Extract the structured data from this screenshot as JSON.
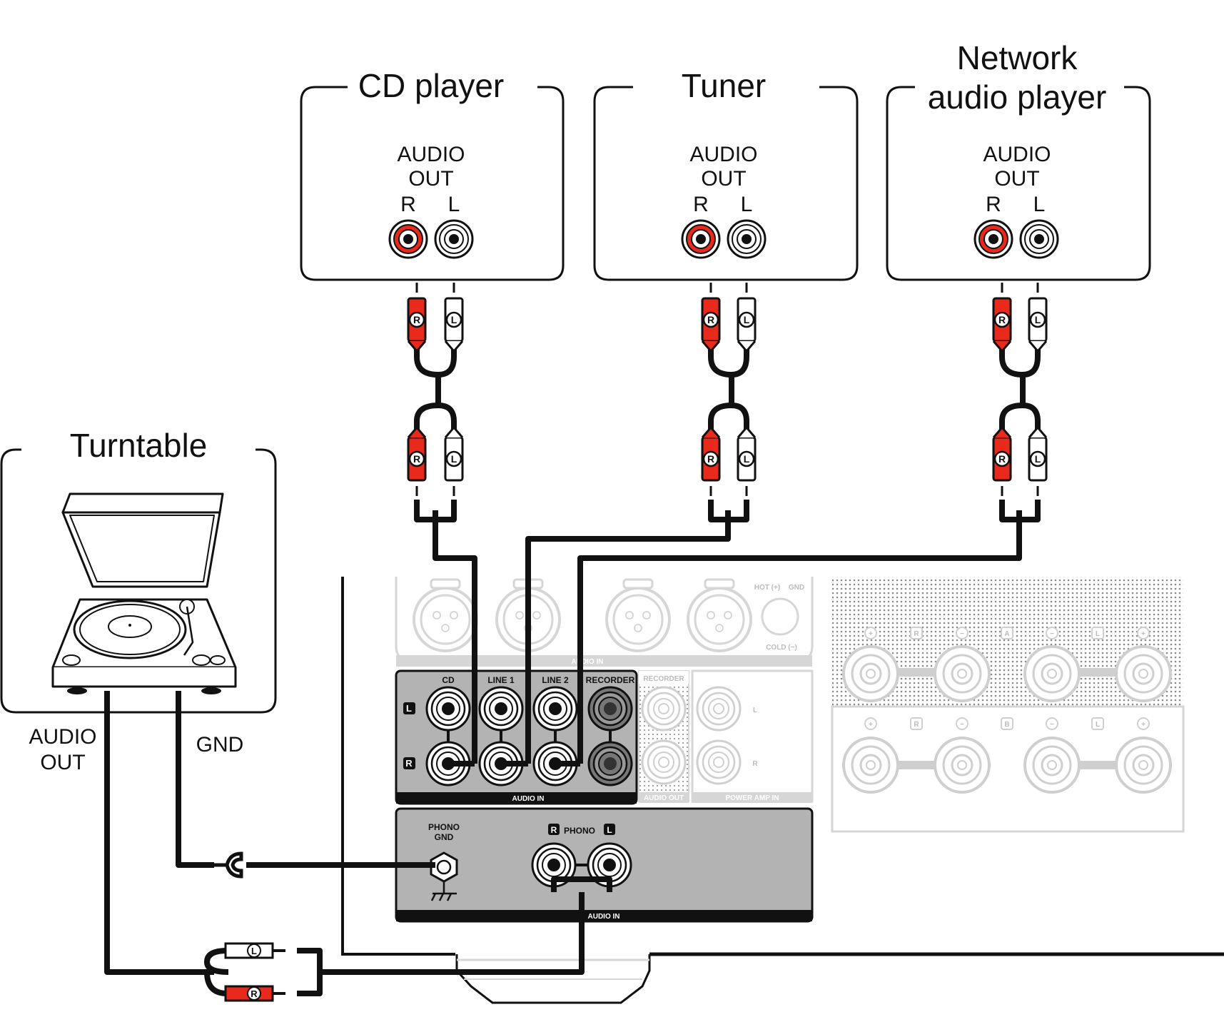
{
  "devices": {
    "cd": {
      "title": "CD player",
      "out1": "AUDIO",
      "out2": "OUT",
      "r": "R",
      "l": "L"
    },
    "tuner": {
      "title": "Tuner",
      "out1": "AUDIO",
      "out2": "OUT",
      "r": "R",
      "l": "L"
    },
    "network": {
      "title1": "Network",
      "title2": "audio player",
      "out1": "AUDIO",
      "out2": "OUT",
      "r": "R",
      "l": "L"
    },
    "turntable": {
      "title": "Turntable",
      "audio_out1": "AUDIO",
      "audio_out2": "OUT",
      "gnd": "GND"
    }
  },
  "plugs": {
    "r": "R",
    "l": "L"
  },
  "amp": {
    "line_inputs": [
      "CD",
      "LINE 1",
      "LINE 2",
      "RECORDER"
    ],
    "channel_l": "L",
    "channel_r": "R",
    "audio_in": "AUDIO IN",
    "recorder": "RECORDER",
    "audio_out": "AUDIO OUT",
    "power_amp_in": "POWER AMP IN",
    "phono_gnd1": "PHONO",
    "phono_gnd2": "GND",
    "phono": "PHONO",
    "phono_audio_in": "AUDIO IN",
    "xlr_hot": "HOT (+)",
    "xlr_gnd": "GND",
    "xlr_cold": "COLD (−)",
    "xlr_audio_in": "AUDIO IN",
    "speaker_labels": [
      "+",
      "R",
      "−",
      "A",
      "−",
      "L",
      "+"
    ],
    "speaker_labels_b": [
      "+",
      "R",
      "−",
      "B",
      "−",
      "L",
      "+"
    ]
  },
  "colors": {
    "red": "#e8291c",
    "panel_dark": "#b3b3b3",
    "ghost": "#cfcfcf",
    "cable": "#111111"
  }
}
